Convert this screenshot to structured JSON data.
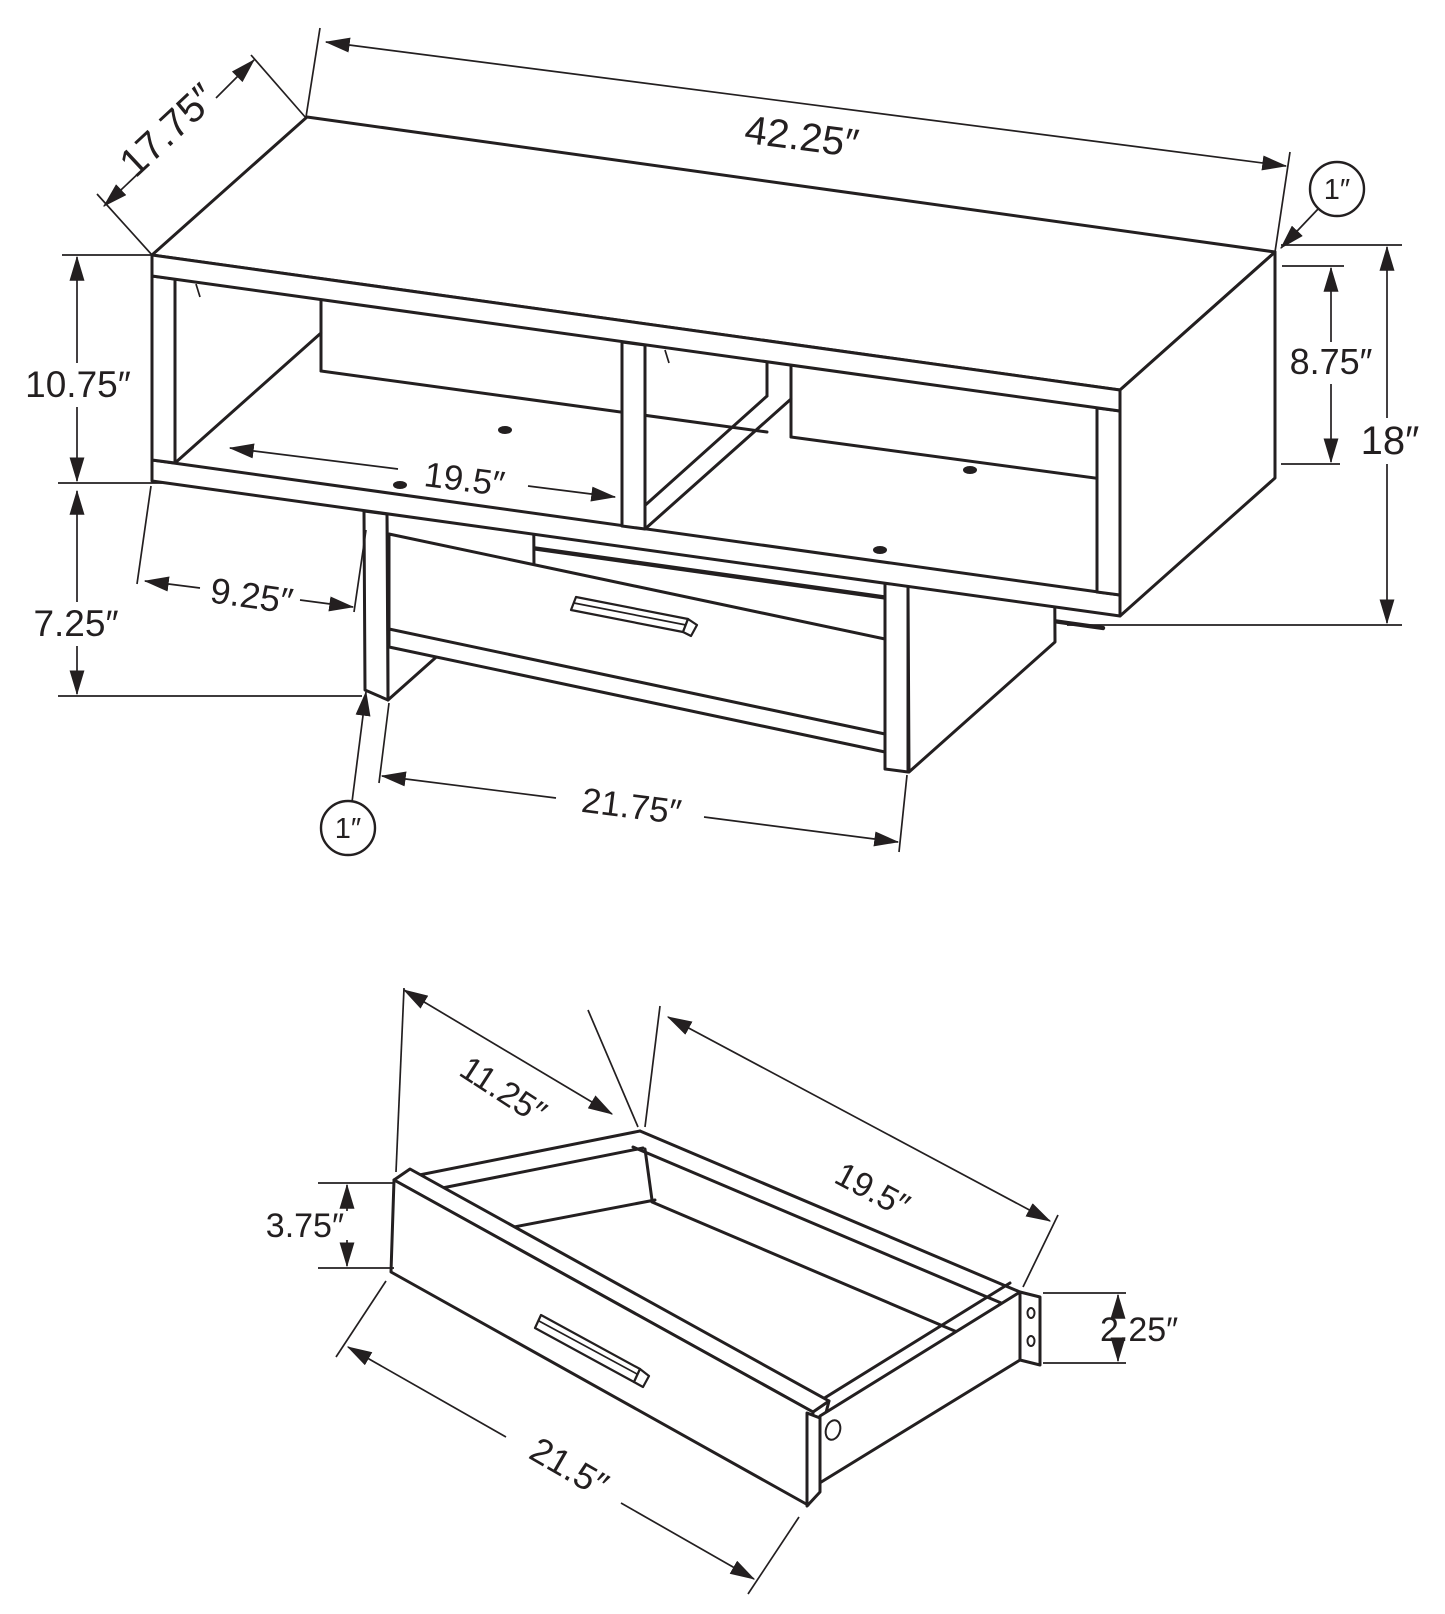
{
  "figure": {
    "type": "furniture-assembly-dimension-diagram",
    "background_color": "#ffffff",
    "line_color": "#231f20",
    "views": [
      "wall-mounted-console-overview",
      "drawer-detail"
    ]
  },
  "top_view": {
    "name": "wall mounted console with two open cubbies and under-mounted drawer",
    "dims": {
      "width": {
        "label": "42.25″",
        "value_in": 42.25,
        "measures": "overall width"
      },
      "depth": {
        "label": "17.75″",
        "value_in": 17.75,
        "measures": "overall depth"
      },
      "cabinet_height": {
        "label": "10.75″",
        "value_in": 10.75,
        "measures": "cabinet section height"
      },
      "lower_height": {
        "label": "7.25″",
        "value_in": 7.25,
        "measures": "drawer section drop"
      },
      "opening_height": {
        "label": "8.75″",
        "value_in": 8.75,
        "measures": "cubby opening height"
      },
      "total_height": {
        "label": "18″",
        "value_in": 18,
        "measures": "overall height"
      },
      "cubby_width": {
        "label": "19.5″",
        "value_in": 19.5,
        "measures": "cubby opening width"
      },
      "drawer_inset": {
        "label": "9.25″",
        "value_in": 9.25,
        "measures": "drawer offset from left"
      },
      "drawer_span": {
        "label": "21.75″",
        "value_in": 21.75,
        "measures": "drawer bay width"
      },
      "top_thickness": {
        "label": "1″",
        "value_in": 1,
        "measures": "top panel thickness"
      },
      "panel_thickness": {
        "label": "1″",
        "value_in": 1,
        "measures": "support panel thickness"
      }
    }
  },
  "drawer_view": {
    "name": "drawer box detail",
    "dims": {
      "inner_depth": {
        "label": "11.25″",
        "value_in": 11.25,
        "measures": "drawer inner depth"
      },
      "inner_length": {
        "label": "19.5″",
        "value_in": 19.5,
        "measures": "drawer inner length"
      },
      "front_height": {
        "label": "3.75″",
        "value_in": 3.75,
        "measures": "drawer front height"
      },
      "side_height": {
        "label": "2.25″",
        "value_in": 2.25,
        "measures": "drawer side height"
      },
      "outer_length": {
        "label": "21.5″",
        "value_in": 21.5,
        "measures": "drawer outer length"
      }
    }
  }
}
